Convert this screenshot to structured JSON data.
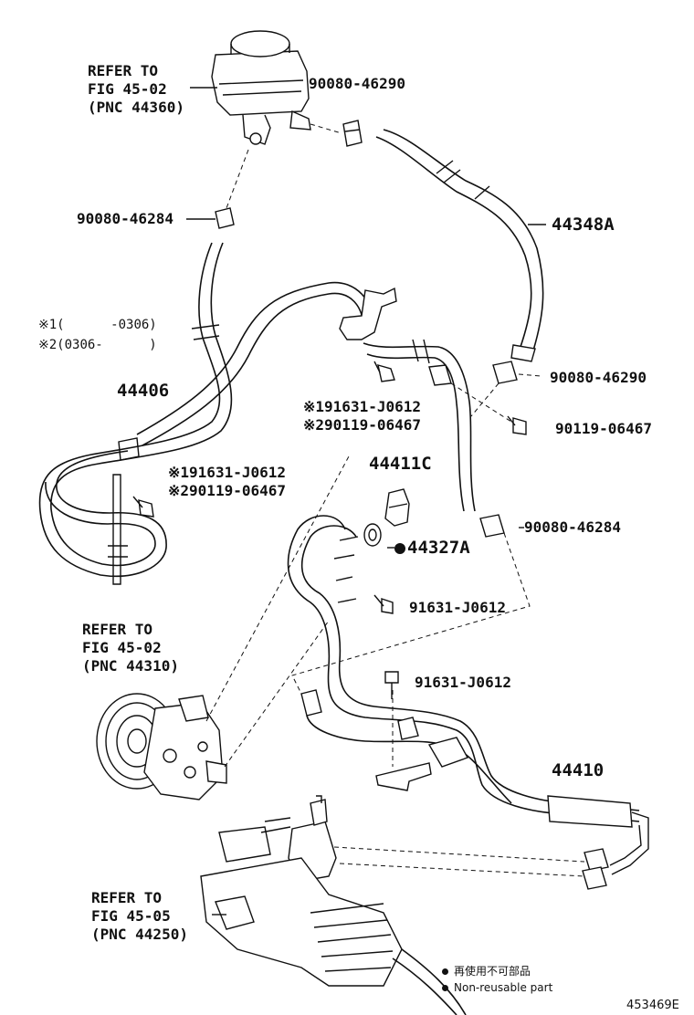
{
  "labels": {
    "refer_reservoir": [
      "REFER TO",
      "FIG 45-02",
      "(PNC 44360)"
    ],
    "refer_pump": [
      "REFER TO",
      "FIG 45-02",
      "(PNC 44310)"
    ],
    "refer_gear": [
      "REFER TO",
      "FIG 45-05",
      "(PNC 44250)"
    ],
    "clamp_top": "90080-46290",
    "clamp_left": "90080-46284",
    "hose_return_top": "44348A",
    "note_1": "※1(      -0306)",
    "note_2": "※2(0306-      )",
    "tube_44406": "44406",
    "center_bolt_1": "※191631-J0612",
    "center_bolt_2": "※290119-06467",
    "clamp_right": "90080-46290",
    "bolt_right": "90119-06467",
    "left_bolt_1": "※191631-J0612",
    "left_bolt_2": "※290119-06467",
    "union_bolt": "44411C",
    "gasket": "44327A",
    "clamp_lower_right": "90080-46284",
    "bolt_mid": "91631-J0612",
    "bolt_low": "91631-J0612",
    "tube_44410": "44410",
    "legend_jp": "再使用不可部品",
    "legend_en": "Non-reusable part",
    "figure_id": "453469E"
  }
}
